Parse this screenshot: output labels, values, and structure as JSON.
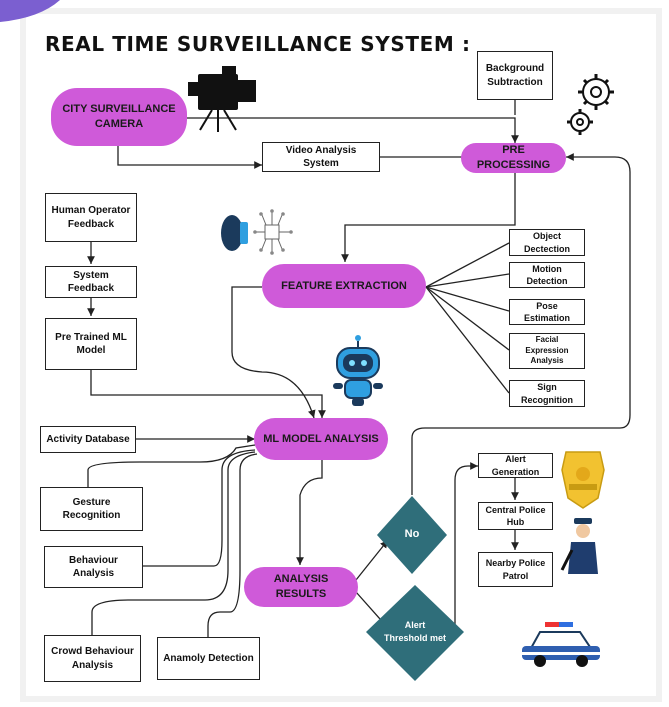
{
  "title": "REAL TIME SURVEILLANCE SYSTEM :",
  "colors": {
    "pill": "#cf5ad9",
    "diamond": "#2f6e7a",
    "line": "#222222"
  },
  "nodes": {
    "city_camera": "CITY SURVEILLANCE CAMERA",
    "video_analysis": "Video Analysis System",
    "background_subtraction": "Background Subtraction",
    "pre_processing": "PRE PROCESSING",
    "human_feedback": "Human Operator Feedback",
    "system_feedback": "System Feedback",
    "pretrained_model": "Pre Trained ML Model",
    "feature_extraction": "FEATURE EXTRACTION",
    "object_detection": "Object Dectection",
    "motion_detection": "Motion Detection",
    "pose_estimation": "Pose Estimation",
    "facial_expression": "Facial Expression Analysis",
    "sign_recognition": "Sign Recognition",
    "ml_analysis": "ML MODEL ANALYSIS",
    "activity_db": "Activity Database",
    "gesture_recognition": "Gesture Recognition",
    "behaviour_analysis": "Behaviour Analysis",
    "crowd_behaviour": "Crowd Behaviour Analysis",
    "anomaly_detection": "Anamoly Detection",
    "analysis_results": "ANALYSIS RESULTS",
    "no": "No",
    "alert_threshold": "Alert Threshold met",
    "alert_generation": "Alert Generation",
    "central_police": "Central Police Hub",
    "nearby_patrol": "Nearby Police Patrol"
  },
  "icons": {
    "camera": "video-camera-icon",
    "gears": "gears-icon",
    "brain": "brain-circuit-icon",
    "robot": "robot-icon",
    "badge": "police-badge-icon",
    "officer": "police-officer-icon",
    "car": "police-car-icon"
  }
}
